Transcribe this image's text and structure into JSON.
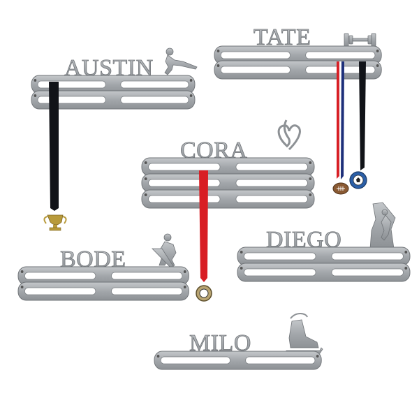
{
  "image": {
    "description_colors": {
      "background": "#ffffff",
      "metal": "#a7abae",
      "metal_edge": "#6f7377",
      "ribbon_black": "#111318",
      "ribbon_red": "#d81e24",
      "ribbon_blue": "#1d2f7a",
      "medal_gold": "#b89a3a"
    }
  },
  "racks": [
    {
      "name": "AUSTIN",
      "icon": "gymnast-icon"
    },
    {
      "name": "TATE",
      "icon": "barbell-icon"
    },
    {
      "name": "CORA",
      "icon": "music-clef-heart-icon"
    },
    {
      "name": "BODE",
      "icon": "hockey-player-icon"
    },
    {
      "name": "DIEGO",
      "icon": "rock-climber-icon"
    },
    {
      "name": "MILO",
      "icon": "ice-skate-icon"
    }
  ]
}
